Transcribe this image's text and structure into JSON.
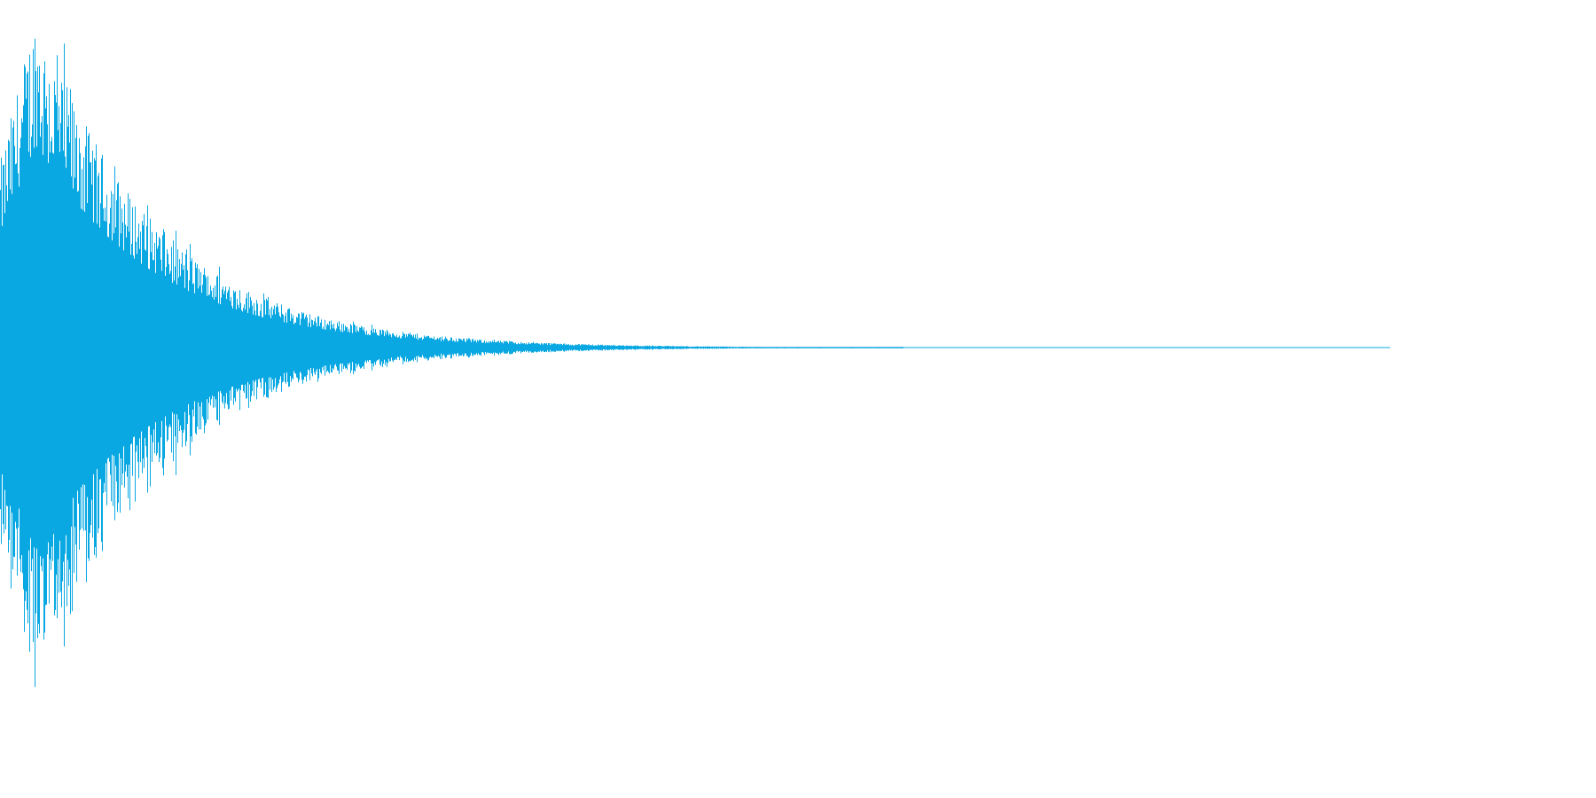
{
  "waveform": {
    "color": "#0aa8e2",
    "background": "#ffffff",
    "amplitude_peak": 0.99,
    "decay_profile": "exponential",
    "active_fraction": 0.65,
    "has_baseline": true
  }
}
